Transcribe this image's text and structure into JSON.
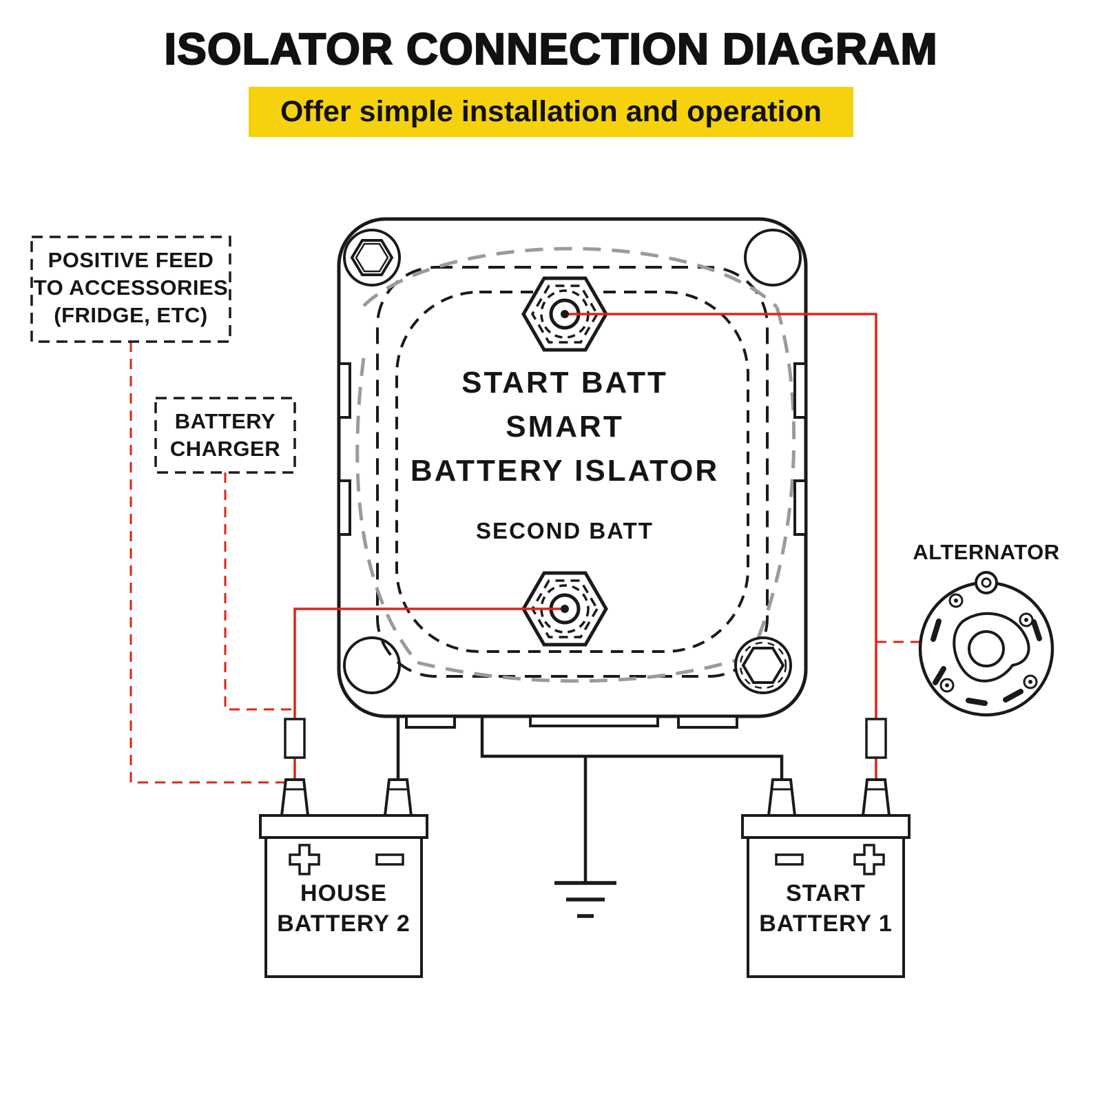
{
  "header": {
    "title": "ISOLATOR CONNECTION DIAGRAM",
    "subtitle": "Offer simple installation and operation"
  },
  "colors": {
    "highlight_yellow": "#F6D20E",
    "wire_red": "#E02318",
    "line_black": "#1A1A1A"
  },
  "isolator": {
    "top_terminal_label": "START BATT",
    "line2": "SMART",
    "line3": "BATTERY ISLATOR",
    "bottom_terminal_label": "SECOND BATT"
  },
  "callouts": {
    "positive_feed": {
      "line1": "POSITIVE FEED",
      "line2": "TO ACCESSORIES",
      "line3": "(FRIDGE, ETC)"
    },
    "battery_charger": {
      "line1": "BATTERY",
      "line2": "CHARGER"
    },
    "alternator_label": "ALTERNATOR"
  },
  "batteries": {
    "house": {
      "line1": "HOUSE",
      "line2": "BATTERY 2"
    },
    "start": {
      "line1": "START",
      "line2": "BATTERY 1"
    }
  }
}
